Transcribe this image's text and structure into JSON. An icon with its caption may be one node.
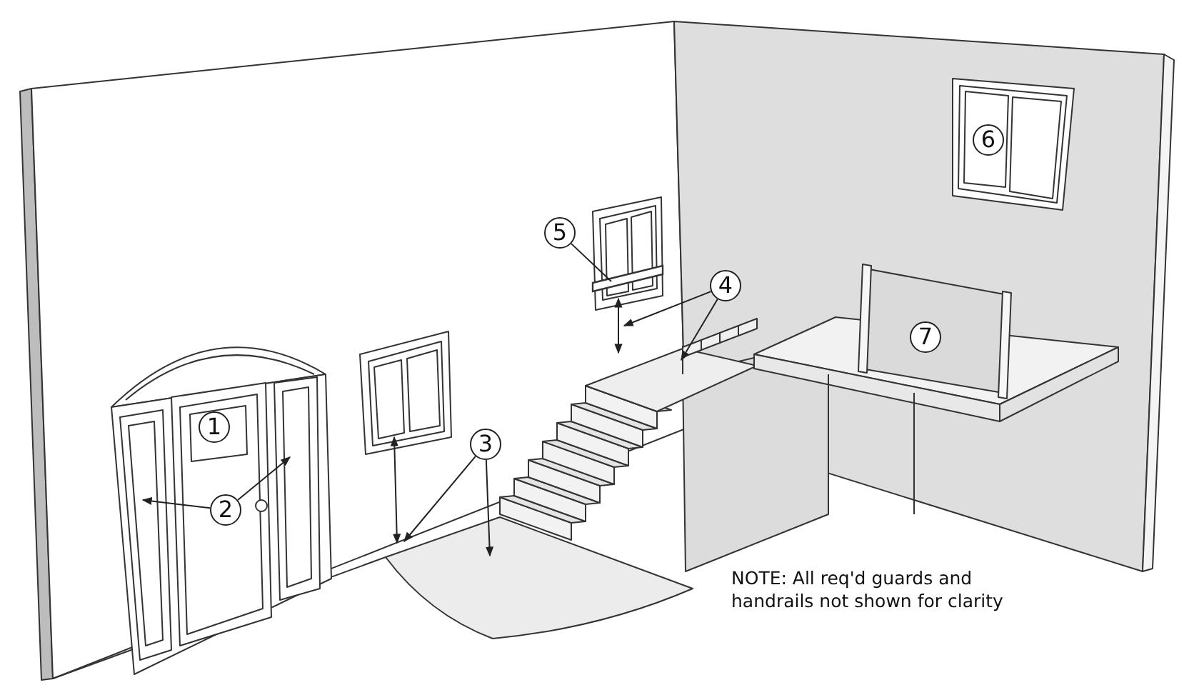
{
  "diagram": {
    "nodes": [
      {
        "text": [
          "2"
        ]
      },
      {
        "text": [
          "3"
        ]
      },
      {
        "text": [
          "4"
        ]
      },
      {
        "text": [
          "5"
        ]
      },
      {
        "text": [],
        "shape": "bar"
      },
      {
        "text": [
          "6"
        ]
      },
      {
        "text": [
          "7"
        ]
      },
      {
        "text": [
          "1"
        ]
      }
    ],
    "edges": [
      {
        "from": 0,
        "to": null,
        "arrow": "to"
      },
      {
        "from": 0,
        "to": null,
        "arrow": "to"
      },
      {
        "from": 1,
        "to": null,
        "arrow": "to"
      },
      {
        "from": 1,
        "to": null,
        "arrow": "to"
      },
      {
        "from": 2,
        "to": null,
        "arrow": "to"
      },
      {
        "from": 2,
        "to": null,
        "arrow": "to"
      },
      {
        "from": 3,
        "to": 4,
        "arrow": "none"
      }
    ],
    "labels": [
      "NOTE: All req'd guards and handrails not shown for clarity"
    ]
  }
}
